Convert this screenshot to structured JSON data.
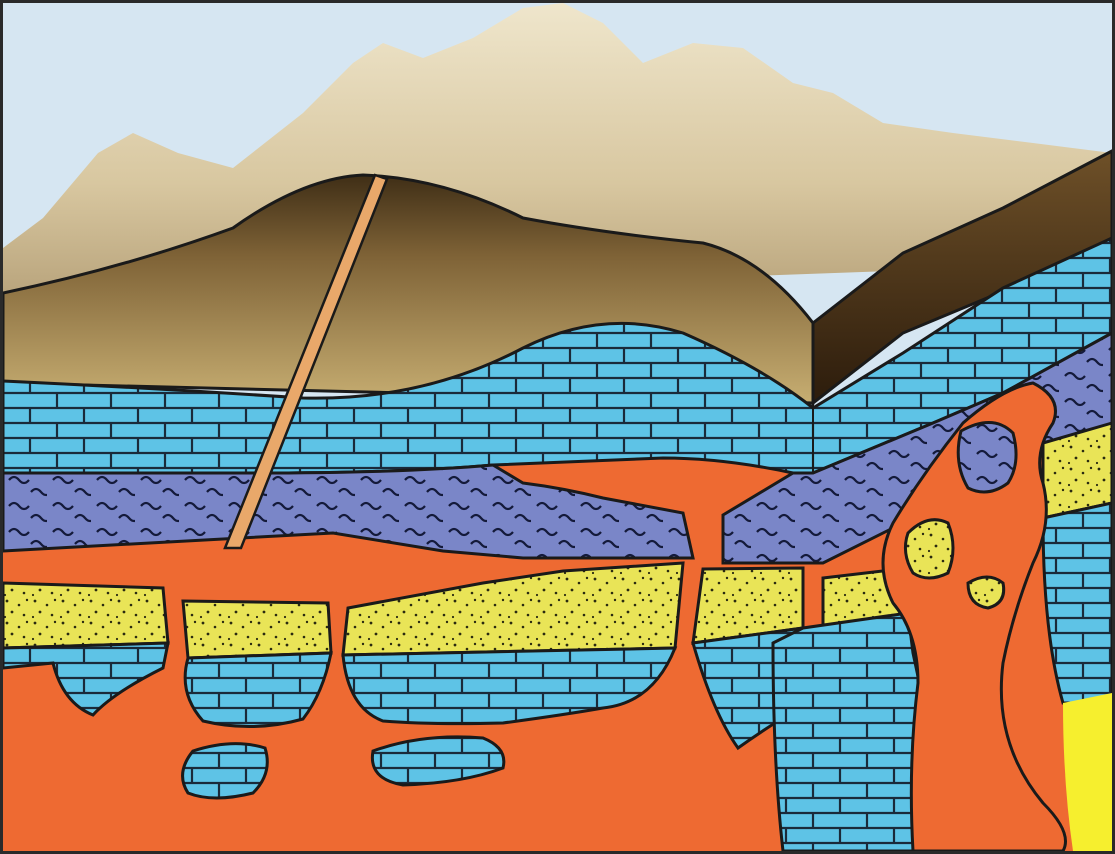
{
  "diagram": {
    "colors": {
      "sky": "#d6e6f2",
      "mountain": "#d8c8a0",
      "soil": "#8a6a3c",
      "limestone": "#5ec3e6",
      "shale": "#7a86c8",
      "sandstone": "#e6e455",
      "magma": "#ee6a32",
      "outline": "#1a1a1a"
    },
    "layers": [
      "mountain",
      "soil",
      "limestone",
      "shale",
      "sandstone",
      "magma"
    ],
    "icons": [
      "dyke",
      "magma-chamber",
      "xenolith"
    ]
  }
}
